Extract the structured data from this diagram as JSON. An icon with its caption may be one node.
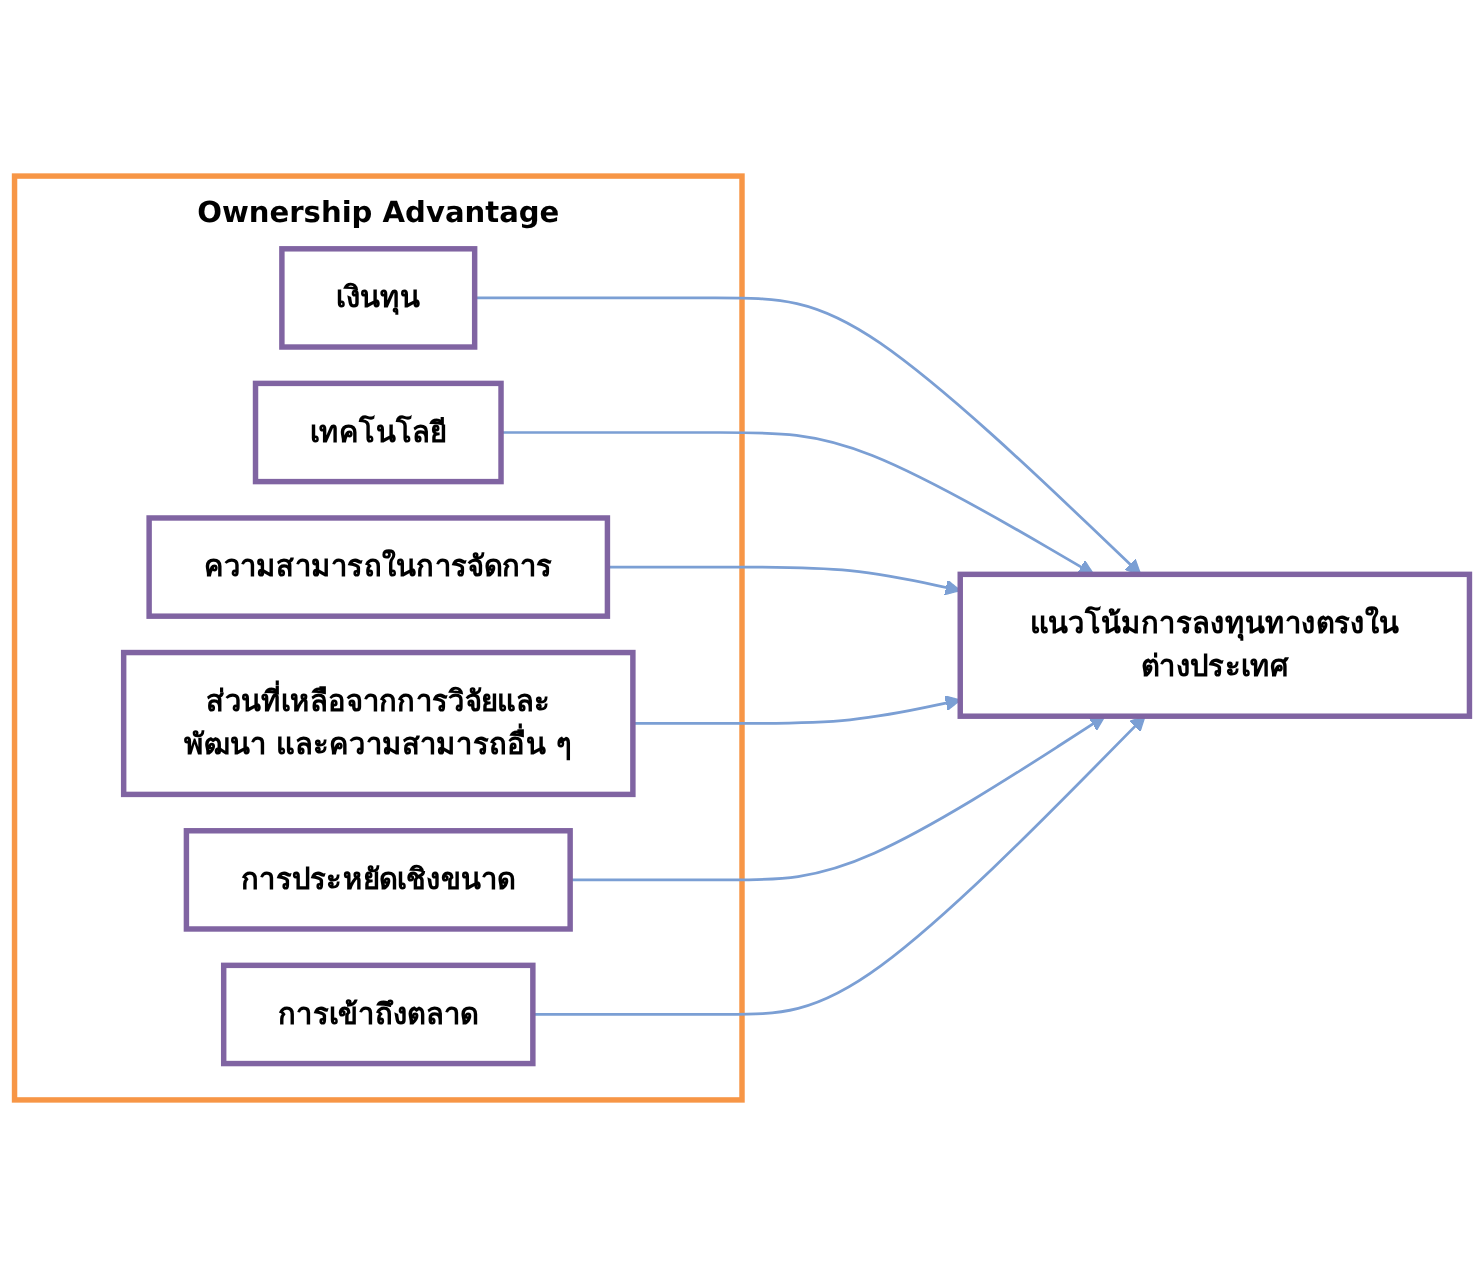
{
  "diagram": {
    "nodes": [
      {
        "text": [
          "Ownership Advantage"
        ]
      },
      {
        "text": [
          "เงินทุน"
        ],
        "in": 0
      },
      {
        "text": [
          "เทคโนโลยี"
        ],
        "in": 0
      },
      {
        "text": [
          "ความสามารถในการจัดการ"
        ],
        "in": 0
      },
      {
        "text": [
          "ส่วนที่เหลือจากการวิจัยและพัฒนา และความสามารถอื่น ๆ"
        ],
        "in": 0
      },
      {
        "text": [
          "การประหยัดเชิงขนาด"
        ],
        "in": 0
      },
      {
        "text": [
          "การเข้าถึงตลาด"
        ],
        "in": 0
      },
      {
        "text": [
          "แนวโน้มการลงทุนทางตรงในต่างประเทศ"
        ]
      }
    ],
    "edges": [
      {
        "from": 1,
        "to": 7,
        "arrow": "to"
      },
      {
        "from": 2,
        "to": 7,
        "arrow": "to"
      },
      {
        "from": 3,
        "to": 7,
        "arrow": "to"
      },
      {
        "from": 4,
        "to": 7,
        "arrow": "to"
      },
      {
        "from": 5,
        "to": 7,
        "arrow": "to"
      },
      {
        "from": 6,
        "to": 7,
        "arrow": "to"
      }
    ]
  }
}
